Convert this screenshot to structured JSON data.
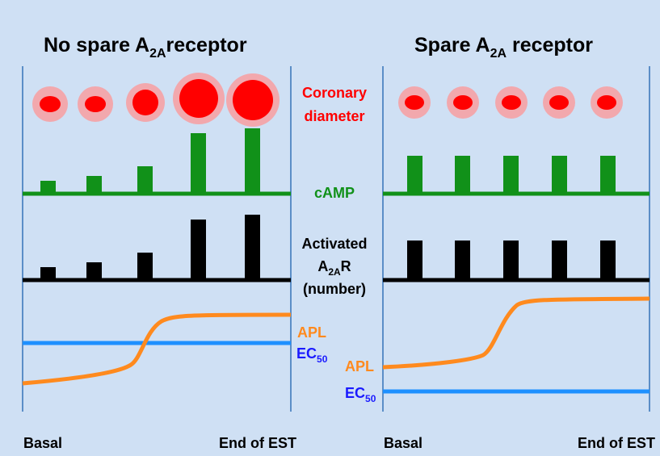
{
  "colors": {
    "background": "#cfe0f4",
    "coronary": "#ff0000",
    "coronary_halo": "#f2a8ad",
    "camp": "#119119",
    "activated": "#000000",
    "apl": "#ff8a1e",
    "ec50": "#1e90ff",
    "ec50_label": "#1a1aff",
    "axis": "#5b8ec7"
  },
  "panels": [
    {
      "id": "left",
      "title_main": "No spare A",
      "title_sub": "2A",
      "title_tail": "receptor",
      "basal_label": "Basal",
      "end_label": "End of EST",
      "coronary_levels": [
        1,
        1,
        2,
        4,
        4
      ],
      "camp_levels": [
        0.2,
        0.3,
        0.45,
        1.0,
        1.05
      ],
      "activated_levels": [
        0.2,
        0.3,
        0.45,
        1.0,
        1.05
      ],
      "apl_curve": "sigmoid rising from below EC50 to above EC50",
      "ec50_level": "above APL at basal"
    },
    {
      "id": "right",
      "title_main": "Spare A",
      "title_sub": "2A",
      "title_tail": " receptor",
      "basal_label": "Basal",
      "end_label": "End of EST",
      "coronary_levels": [
        1,
        1,
        1,
        1,
        1
      ],
      "camp_levels": [
        0.6,
        0.6,
        0.6,
        0.6,
        0.6
      ],
      "activated_levels": [
        0.6,
        0.6,
        0.6,
        0.6,
        0.6
      ],
      "apl_curve": "sigmoid, always above EC50",
      "ec50_level": "below APL throughout"
    }
  ],
  "labels": {
    "coronary_line1": "Coronary",
    "coronary_line2": "diameter",
    "camp": "cAMP",
    "activated_line1": "Activated",
    "activated_main": "A",
    "activated_sub": "2A",
    "activated_tail": "R",
    "activated_line3": "(number)",
    "apl_middle": "APL",
    "apl_right": "APL",
    "ec50_main": "EC",
    "ec50_sub": "50"
  }
}
